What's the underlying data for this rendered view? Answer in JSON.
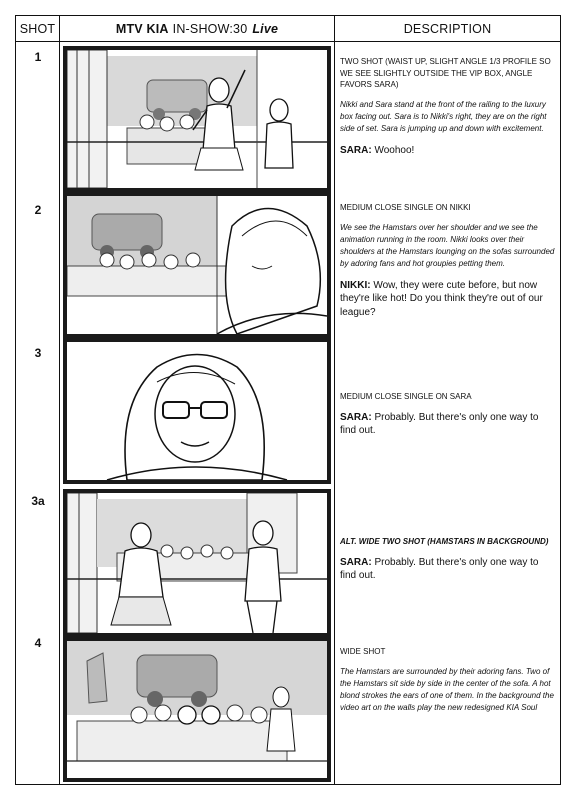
{
  "header": {
    "shot_label": "SHOT",
    "show_name": "MTV KIA",
    "show_spot": "IN-SHOW:30",
    "show_live": "Live",
    "description_label": "DESCRIPTION"
  },
  "shots": [
    {
      "number": "1",
      "camera": "TWO SHOT (WAIST UP, SLIGHT ANGLE 1/3 PROFILE SO WE SEE SLIGHTLY OUTSIDE THE VIP BOX, ANGLE FAVORS SARA)",
      "action": "Nikki and Sara stand at the front of the railing to the luxury box facing out. Sara is to Nikki's right, they are on the right side of set. Sara is jumping up and down with excitement.",
      "speaker": "SARA:",
      "line": "Woohoo!"
    },
    {
      "number": "2",
      "camera": "MEDIUM CLOSE SINGLE ON NIKKI",
      "action": "We see the Hamstars over her shoulder and we see the animation running in the room. Nikki looks over their shoulders at the Hamstars lounging on the sofas surrounded by adoring fans and hot groupies petting them.",
      "speaker": "NIKKI:",
      "line": "Wow, they were cute before, but now they're like hot! Do you think they're out of our league?"
    },
    {
      "number": "3",
      "camera": "MEDIUM CLOSE SINGLE ON SARA",
      "speaker": "SARA:",
      "line": "Probably. But there's only one way to find out."
    },
    {
      "number": "3a",
      "camera": "ALT. WIDE TWO SHOT (HAMSTARS IN BACKGROUND)",
      "speaker": "SARA:",
      "line": "Probably. But there's only one way to find out."
    },
    {
      "number": "4",
      "camera": "WIDE SHOT",
      "action": "The Hamstars are surrounded by their adoring fans. Two of the Hamstars sit side by side in the center of the sofa. A hot blond strokes the ears of one of them. In the background the video art on the walls play the new redesigned KIA Soul"
    }
  ]
}
